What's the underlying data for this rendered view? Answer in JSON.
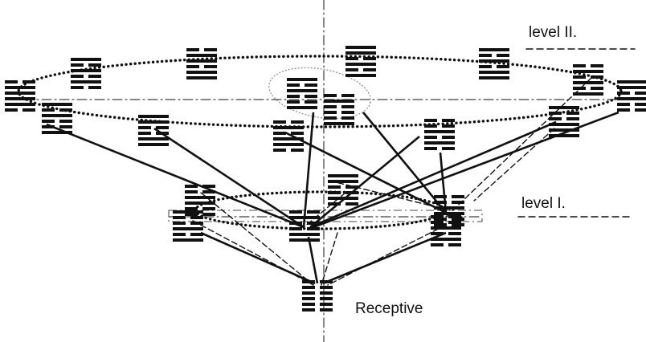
{
  "labels": {
    "level2": "level II.",
    "level1": "level I.",
    "root": "Receptive"
  },
  "colors": {
    "ink": "#111111",
    "ellipse_outline": "#888888",
    "background": "#ffffff"
  },
  "icons": {
    "node": "hexagram-symbol"
  }
}
